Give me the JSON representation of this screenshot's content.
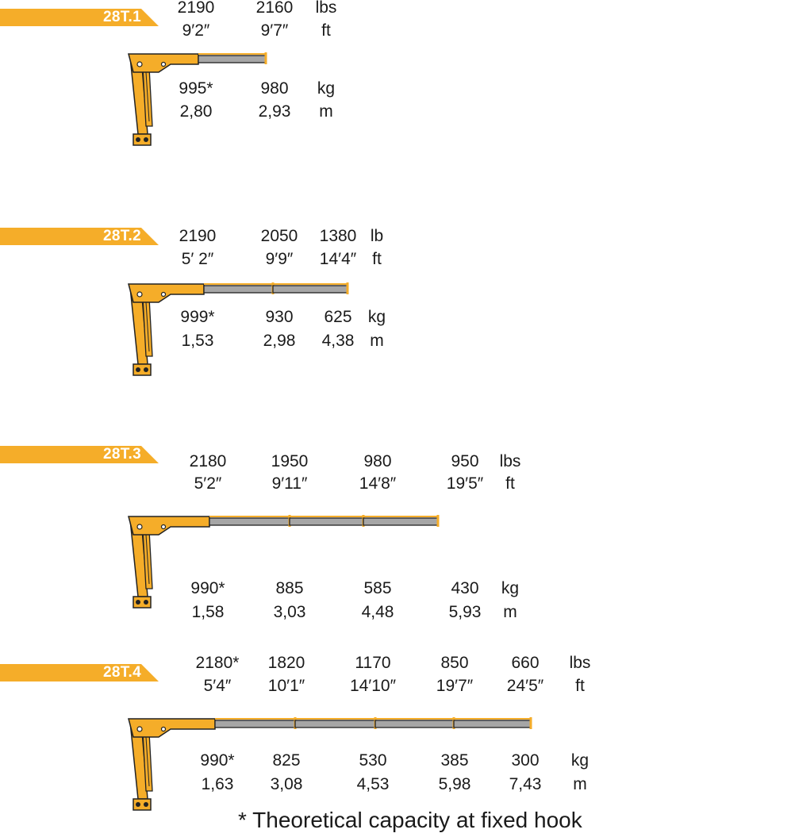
{
  "colors": {
    "accent": "#f5ad29",
    "boom_grey": "#a6a6a6",
    "text": "#1a1a1a"
  },
  "configs": [
    {
      "label": "28T.1",
      "lbs": [
        "2190",
        "2160"
      ],
      "lbs_unit": "lbs",
      "ft": [
        "9′2″",
        "9′7″"
      ],
      "ft_unit": "ft",
      "kg": [
        "995*",
        "980"
      ],
      "kg_unit": "kg",
      "m": [
        "2,80",
        "2,93"
      ],
      "m_unit": "m"
    },
    {
      "label": "28T.2",
      "lbs": [
        "2190",
        "2050",
        "1380"
      ],
      "lbs_unit": "lb",
      "ft": [
        "5′ 2″",
        "9′9″",
        "14′4″"
      ],
      "ft_unit": "ft",
      "kg": [
        "999*",
        "930",
        "625"
      ],
      "kg_unit": "kg",
      "m": [
        "1,53",
        "2,98",
        "4,38"
      ],
      "m_unit": "m"
    },
    {
      "label": "28T.3",
      "lbs": [
        "2180",
        "1950",
        "980",
        "950"
      ],
      "lbs_unit": "lbs",
      "ft": [
        "5′2″",
        "9′11″",
        "14′8″",
        "19′5″"
      ],
      "ft_unit": "ft",
      "kg": [
        "990*",
        "885",
        "585",
        "430"
      ],
      "kg_unit": "kg",
      "m": [
        "1,58",
        "3,03",
        "4,48",
        "5,93"
      ],
      "m_unit": "m"
    },
    {
      "label": "28T.4",
      "lbs": [
        "2180*",
        "1820",
        "1170",
        "850",
        "660"
      ],
      "lbs_unit": "lbs",
      "ft": [
        "5′4″",
        "10′1″",
        "14′10″",
        "19′7″",
        "24′5″"
      ],
      "ft_unit": "ft",
      "kg": [
        "990*",
        "825",
        "530",
        "385",
        "300"
      ],
      "kg_unit": "kg",
      "m": [
        "1,63",
        "3,08",
        "4,53",
        "5,98",
        "7,43"
      ],
      "m_unit": "m"
    }
  ],
  "footnote": "* Theoretical capacity at fixed hook"
}
